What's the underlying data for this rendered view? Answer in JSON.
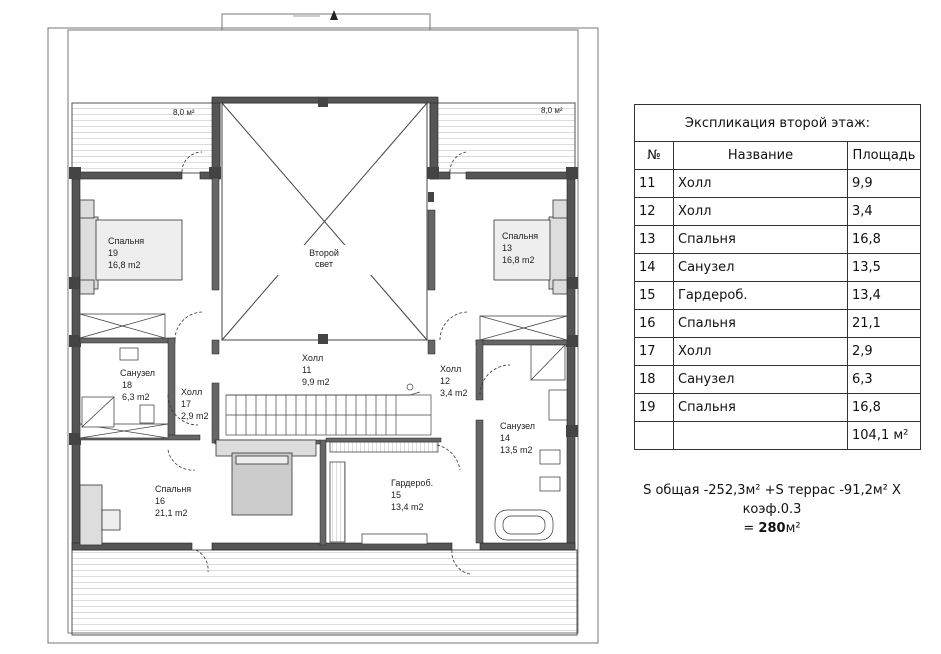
{
  "plan": {
    "terrace_left_area": "8,0 м²",
    "terrace_right_area": "8,0 м²",
    "second_light": [
      "Второй",
      "свет"
    ],
    "rooms": [
      {
        "id": "bed19",
        "lines": [
          "Спальня",
          "19",
          "16,8 m2"
        ]
      },
      {
        "id": "bed13",
        "lines": [
          "Спальня",
          "13",
          "16,8 m2"
        ]
      },
      {
        "id": "hall11",
        "lines": [
          "Холл",
          "11",
          "9,9 m2"
        ]
      },
      {
        "id": "hall12",
        "lines": [
          "Холл",
          "12",
          "3,4 m2"
        ]
      },
      {
        "id": "hall17",
        "lines": [
          "Холл",
          "17",
          "2,9 m2"
        ]
      },
      {
        "id": "bath18",
        "lines": [
          "Санузел",
          "18",
          "6,3 m2"
        ]
      },
      {
        "id": "bath14",
        "lines": [
          "Санузел",
          "14",
          "13,5 m2"
        ]
      },
      {
        "id": "bed16",
        "lines": [
          "Спальня",
          "16",
          "21,1 m2"
        ]
      },
      {
        "id": "ward15",
        "lines": [
          "Гардероб.",
          "15",
          "13,4 m2"
        ]
      }
    ]
  },
  "explication": {
    "title": "Экспликация второй этаж:",
    "headers": {
      "num": "№",
      "name": "Название",
      "area": "Площадь"
    },
    "rows": [
      {
        "num": "11",
        "name": "Холл",
        "area": "9,9"
      },
      {
        "num": "12",
        "name": "Холл",
        "area": "3,4"
      },
      {
        "num": "13",
        "name": "Спальня",
        "area": "16,8"
      },
      {
        "num": "14",
        "name": "Санузел",
        "area": "13,5"
      },
      {
        "num": "15",
        "name": "Гардероб.",
        "area": "13,4"
      },
      {
        "num": "16",
        "name": "Спальня",
        "area": "21,1"
      },
      {
        "num": "17",
        "name": "Холл",
        "area": "2,9"
      },
      {
        "num": "18",
        "name": "Санузел",
        "area": "6,3"
      },
      {
        "num": "19",
        "name": "Спальня",
        "area": "16,8"
      }
    ],
    "total": "104,1 м²"
  },
  "summary": {
    "line1": "S общая -252,3м² +S террас -91,2м² X коэф.0.3",
    "line2_prefix": "= ",
    "line2_value": "280",
    "line2_unit": "м²"
  }
}
